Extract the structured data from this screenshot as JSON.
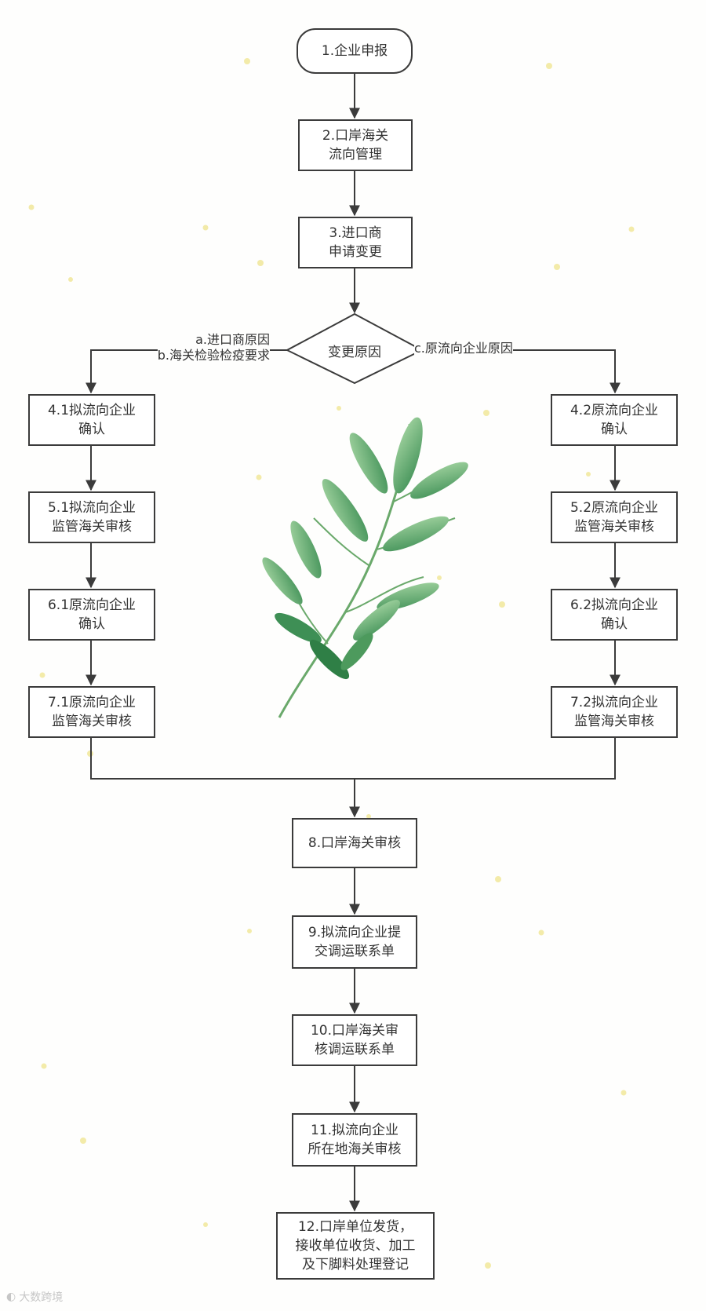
{
  "colors": {
    "stroke": "#3b3b3b",
    "text": "#333333",
    "leaf_light": "#86c48b",
    "leaf_dark": "#2f7f46",
    "sparkle": "#f1e79a"
  },
  "nodes": {
    "n1": "1.企业申报",
    "n2": "2.口岸海关\n流向管理",
    "n3": "3.进口商\n申请变更",
    "decision": "变更原因",
    "n41": "4.1拟流向企业\n确认",
    "n51": "5.1拟流向企业\n监管海关审核",
    "n61": "6.1原流向企业\n确认",
    "n71": "7.1原流向企业\n监管海关审核",
    "n42": "4.2原流向企业\n确认",
    "n52": "5.2原流向企业\n监管海关审核",
    "n62": "6.2拟流向企业\n确认",
    "n72": "7.2拟流向企业\n监管海关审核",
    "n8": "8.口岸海关审核",
    "n9": "9.拟流向企业提\n交调运联系单",
    "n10": "10.口岸海关审\n核调运联系单",
    "n11": "11.拟流向企业\n所在地海关审核",
    "n12": "12.口岸单位发货，\n接收单位收货、加工\n及下脚料处理登记"
  },
  "edge_labels": {
    "left": "a.进口商原因\nb.海关检验检疫要求",
    "right": "c.原流向企业原因"
  },
  "watermark": "大数跨境",
  "decoration": {
    "leaf": "leaf-illustration",
    "sparkles": "sparkle-dots"
  }
}
